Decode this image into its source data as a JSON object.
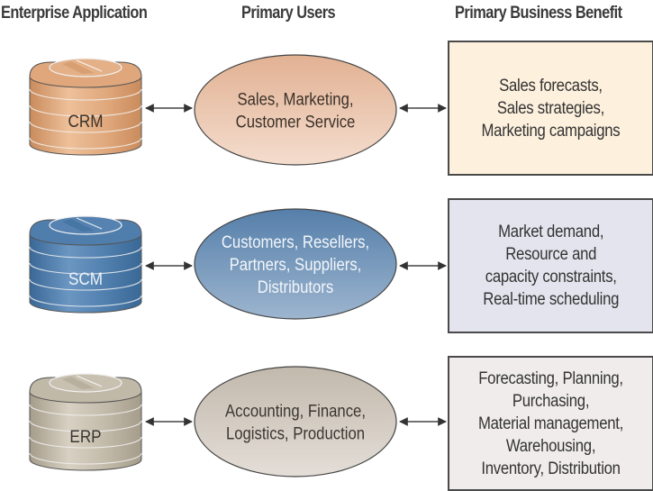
{
  "headers": {
    "application": "Enterprise Application",
    "users": "Primary Users",
    "benefit": "Primary Business Benefit"
  },
  "rows": [
    {
      "application": "CRM",
      "users_lines": [
        "Sales, Marketing,",
        "Customer Service"
      ],
      "benefit_lines": [
        "Sales forecasts,",
        "Sales strategies,",
        "Marketing campaigns"
      ],
      "colors": {
        "cyl_dark": "#c98b5c",
        "cyl_mid": "#dfa77b",
        "cyl_light": "#eec09a",
        "cyl_top": "#e3b088",
        "cyl_text": "#3b3129",
        "ellipse_top": "#e2b193",
        "ellipse_bottom": "#f4ddce",
        "ellipse_text": "#3b3129",
        "box_fill": "#fdf0dd"
      }
    },
    {
      "application": "SCM",
      "users_lines": [
        "Customers, Resellers,",
        "Partners, Suppliers,",
        "Distributors"
      ],
      "benefit_lines": [
        "Market demand,",
        "Resource and",
        "capacity constraints,",
        "Real-time scheduling"
      ],
      "colors": {
        "cyl_dark": "#3a6896",
        "cyl_mid": "#4f7ead",
        "cyl_light": "#6b96c2",
        "cyl_top": "#5582b0",
        "cyl_text": "#eef3f8",
        "ellipse_top": "#557faa",
        "ellipse_bottom": "#9db5cf",
        "ellipse_text": "#f3f6fa",
        "box_fill": "#e4e4ee"
      }
    },
    {
      "application": "ERP",
      "users_lines": [
        "Accounting, Finance,",
        "Logistics, Production"
      ],
      "benefit_lines": [
        "Forecasting, Planning,",
        "Purchasing,",
        "Material management,",
        "Warehousing,",
        "Inventory, Distribution"
      ],
      "colors": {
        "cyl_dark": "#a59c8a",
        "cyl_mid": "#c1b9a8",
        "cyl_light": "#d8d1c3",
        "cyl_top": "#c8c0b0",
        "cyl_text": "#3a3630",
        "ellipse_top": "#c2b9ac",
        "ellipse_bottom": "#e4ded8",
        "ellipse_text": "#3a3630",
        "box_fill": "#f0ecec"
      }
    }
  ]
}
